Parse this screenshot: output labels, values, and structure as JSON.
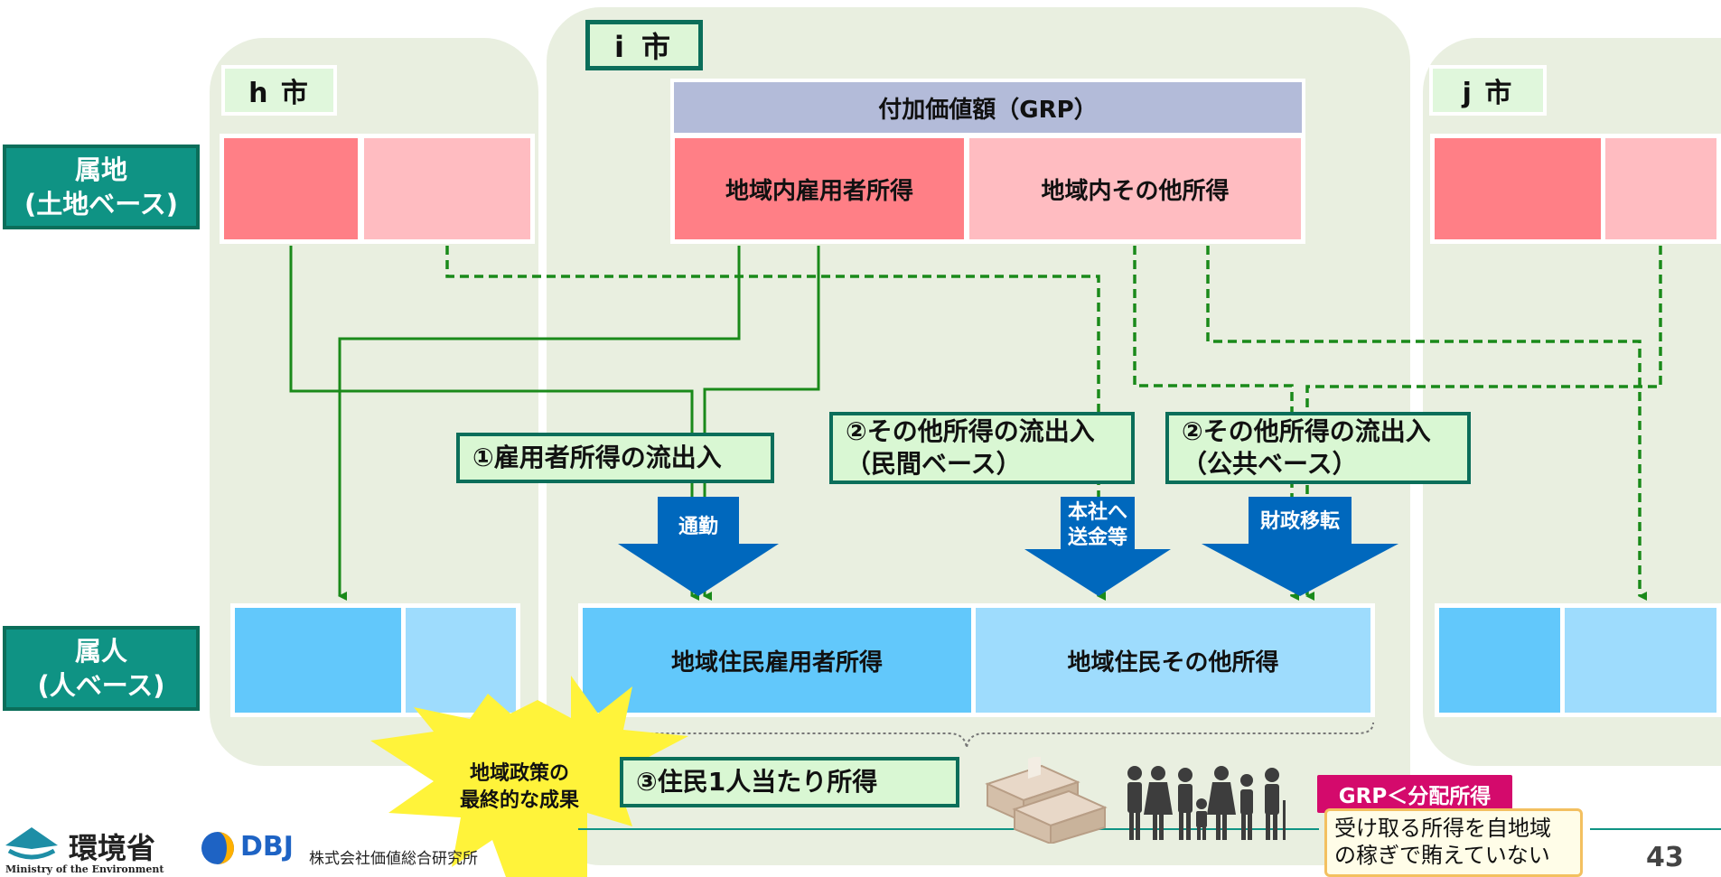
{
  "cities": {
    "h": "h 市",
    "i": "i 市",
    "j": "j 市"
  },
  "row_labels": {
    "territorial": [
      "属地",
      "(土地ベース)"
    ],
    "resident": [
      "属人",
      "(人ベース)"
    ]
  },
  "i_city": {
    "grp_header": "付加価値額（GRP）",
    "local_employee_income": "地域内雇用者所得",
    "local_other_income": "地域内その他所得",
    "resident_employee_income": "地域住民雇用者所得",
    "resident_other_income": "地域住民その他所得"
  },
  "flows": {
    "employee": "①雇用者所得の流出入",
    "other_private": [
      "②その他所得の流出入",
      "（民間ベース）"
    ],
    "other_public": [
      "②その他所得の流出入",
      "（公共ベース）"
    ],
    "per_capita": "③住民1人当たり所得"
  },
  "arrows": {
    "commute": "通勤",
    "remit": [
      "本社へ",
      "送金等"
    ],
    "fiscal": "財政移転"
  },
  "starburst": [
    "地域政策の",
    "最終的な成果"
  ],
  "badge": "GRP＜分配所得",
  "note": [
    "受け取る所得を自地域",
    "の稼ぎで賄えていない"
  ],
  "footer": {
    "moe_logo": "環境省",
    "moe_sub": "Ministry of the Environment",
    "dbj_logo": "DBJ",
    "company": "株式会社価値総合研究所",
    "page": "43"
  },
  "colors": {
    "panel": "#e9efe0",
    "teal": "#0f9384",
    "arrow_blue": "#0068bd",
    "flow_green": "#1a8a1a"
  },
  "icons": [
    "money-stack-icon",
    "family-people-icon"
  ]
}
